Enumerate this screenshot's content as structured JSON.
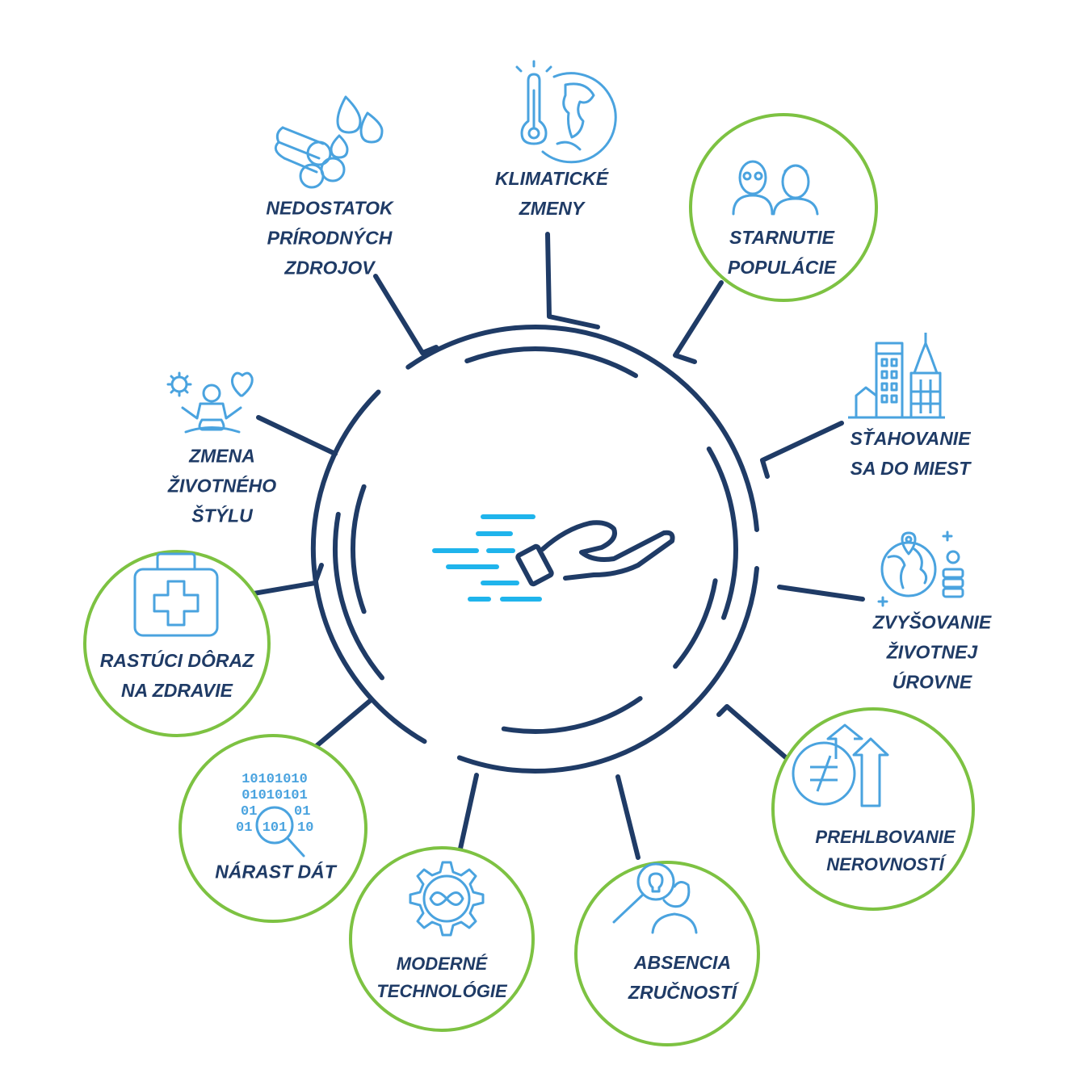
{
  "colors": {
    "navy": "#1f3b66",
    "icon_blue": "#4aa3df",
    "speed_blue": "#1fb4ec",
    "highlight_green": "#7dc242"
  },
  "center": {
    "icon": "hand-speed-icon"
  },
  "trends": [
    {
      "id": "klimaticke",
      "lines": [
        "KLIMATICKÉ",
        "ZMENY"
      ],
      "icon": "thermometer-globe-icon",
      "highlighted": false
    },
    {
      "id": "starnutie",
      "lines": [
        "STARNUTIE",
        "POPULÁCIE"
      ],
      "icon": "elderly-couple-icon",
      "highlighted": true
    },
    {
      "id": "stahovanie",
      "lines": [
        "SŤAHOVANIE",
        "SA DO MIEST"
      ],
      "icon": "city-buildings-icon",
      "highlighted": false
    },
    {
      "id": "zvysovanie",
      "lines": [
        "ZVYŠOVANIE",
        "ŽIVOTNEJ",
        "ÚROVNE"
      ],
      "icon": "globe-coins-icon",
      "highlighted": false
    },
    {
      "id": "prehlbovanie",
      "lines": [
        "PREHLBOVANIE",
        "NEROVNOSTÍ"
      ],
      "icon": "inequality-arrows-icon",
      "highlighted": true
    },
    {
      "id": "absencia",
      "lines": [
        "ABSENCIA",
        "ZRUČNOSTÍ"
      ],
      "icon": "person-magnifier-icon",
      "highlighted": true
    },
    {
      "id": "moderne",
      "lines": [
        "MODERNÉ",
        "TECHNOLÓGIE"
      ],
      "icon": "gear-infinity-icon",
      "highlighted": true
    },
    {
      "id": "narast",
      "lines": [
        "NÁRAST DÁT"
      ],
      "icon": "binary-magnifier-icon",
      "highlighted": true
    },
    {
      "id": "rastuci",
      "lines": [
        "RASTÚCI DÔRAZ",
        "NA ZDRAVIE"
      ],
      "icon": "first-aid-kit-icon",
      "highlighted": true
    },
    {
      "id": "zmena",
      "lines": [
        "ZMENA",
        "ŽIVOTNÉHO",
        "ŠTÝLU"
      ],
      "icon": "meditation-heart-icon",
      "highlighted": false
    },
    {
      "id": "nedostatok",
      "lines": [
        "NEDOSTATOK",
        "PRÍRODNÝCH",
        "ZDROJOV"
      ],
      "icon": "logs-water-drops-icon",
      "highlighted": false
    }
  ]
}
